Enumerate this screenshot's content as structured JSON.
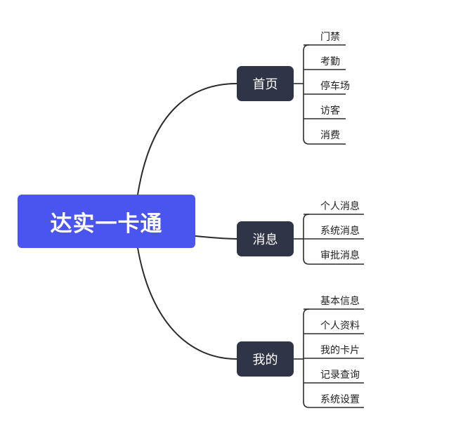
{
  "root": {
    "label": "达实一卡通"
  },
  "branches": [
    {
      "label": "首页",
      "children": [
        "门禁",
        "考勤",
        "停车场",
        "访客",
        "消费"
      ]
    },
    {
      "label": "消息",
      "children": [
        "个人消息",
        "系统消息",
        "审批消息"
      ]
    },
    {
      "label": "我的",
      "children": [
        "基本信息",
        "个人资料",
        "我的卡片",
        "记录查询",
        "系统设置"
      ]
    }
  ],
  "colors": {
    "root_fill": "#4a55f0",
    "branch_fill": "#2f3547",
    "connector": "#2b2b2b",
    "text_on_dark": "#ffffff"
  }
}
